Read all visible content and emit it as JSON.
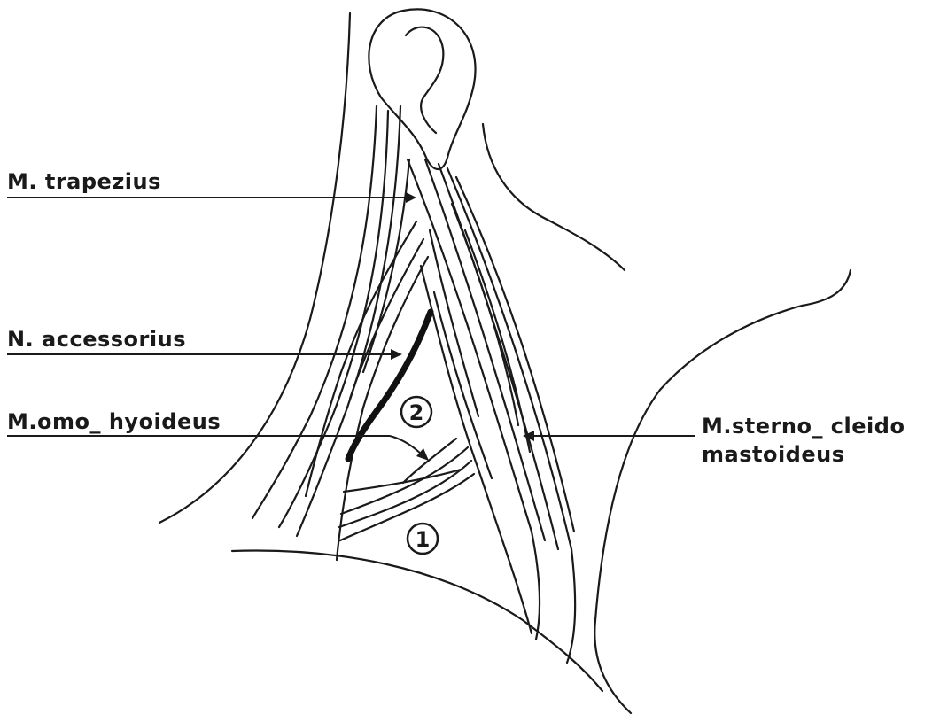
{
  "labels": {
    "trapezius": "M. trapezius",
    "accessorius": "N. accessorius",
    "omohyoideus": "M.omo_ hyoideus",
    "sterno_line1": "M.sterno_ cleido",
    "sterno_line2": "mastoideus"
  },
  "triangle_numbers": {
    "upper": "2",
    "lower": "1"
  },
  "colors": {
    "ink": "#1a1a1a",
    "background": "#ffffff"
  }
}
